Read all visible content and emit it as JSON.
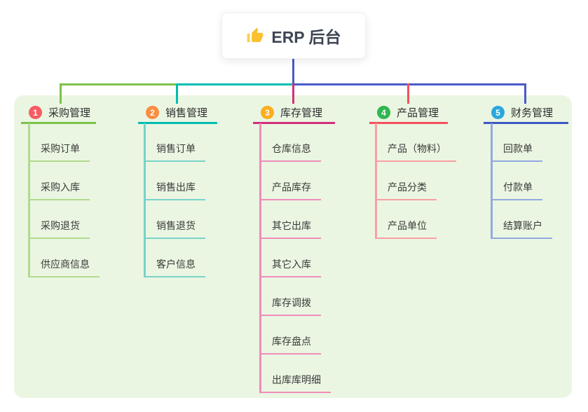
{
  "root": {
    "icon": "thumbs-up-icon",
    "label": "ERP 后台"
  },
  "colors": {
    "canvas_bg": "#ffffff",
    "panel_bg": "#eaf6e2",
    "connector_blue": "#4a5ac8",
    "text_dark": "#3d4554"
  },
  "branches": [
    {
      "num": "1",
      "label": "采购管理",
      "badge_color": "#f75b62",
      "line_color": "#7cc24a",
      "child_line_color": "#b3d98f",
      "children": [
        "采购订单",
        "采购入库",
        "采购退货",
        "供应商信息"
      ]
    },
    {
      "num": "2",
      "label": "销售管理",
      "badge_color": "#fb8d40",
      "line_color": "#00bdb0",
      "child_line_color": "#7ad3c8",
      "children": [
        "销售订单",
        "销售出库",
        "销售退货",
        "客户信息"
      ]
    },
    {
      "num": "3",
      "label": "库存管理",
      "badge_color": "#fbae1e",
      "line_color": "#d42e7d",
      "child_line_color": "#ef8cba",
      "children": [
        "仓库信息",
        "产品库存",
        "其它出库",
        "其它入库",
        "库存调拨",
        "库存盘点",
        "出库库明细"
      ]
    },
    {
      "num": "4",
      "label": "产品管理",
      "badge_color": "#2fb750",
      "line_color": "#f4515c",
      "child_line_color": "#f89fa4",
      "children": [
        "产品（物料）",
        "产品分类",
        "产品单位"
      ]
    },
    {
      "num": "5",
      "label": "财务管理",
      "badge_color": "#2aa7df",
      "line_color": "#3d56c4",
      "child_line_color": "#92a9e0",
      "children": [
        "回款单",
        "付款单",
        "结算账户"
      ]
    }
  ]
}
